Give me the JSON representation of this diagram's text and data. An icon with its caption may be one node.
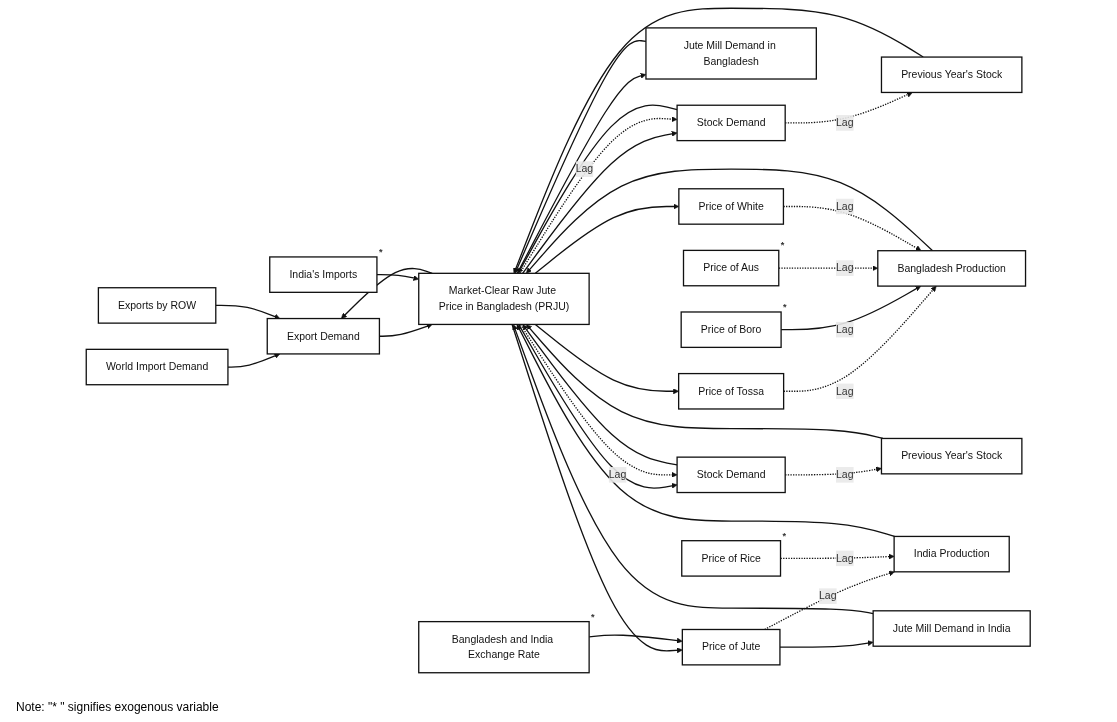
{
  "diagram": {
    "nodes": [
      {
        "text": [
          "World Import Demand"
        ]
      },
      {
        "text": [
          "Export Demand"
        ]
      },
      {
        "text": [
          "Exports by ROW"
        ]
      },
      {
        "text": [
          "Stock Demand"
        ]
      },
      {
        "text": [
          "Jute Mill Demand in Bangladesh"
        ]
      },
      {
        "text": [
          "Jute Mill Demand in India"
        ]
      },
      {
        "text": [
          "Stock Demand"
        ]
      },
      {
        "text": [
          "Previous Year's Stock"
        ]
      },
      {
        "text": [
          "Market-Clear Raw Jute Price in Bangladesh (PRJU)"
        ]
      },
      {
        "text": [
          "Previous Year's Stock"
        ]
      },
      {
        "text": [
          "India's Imports"
        ],
        "beside": [
          "*"
        ]
      },
      {
        "text": [
          "Bangladesh Production"
        ]
      },
      {
        "text": [
          "Price of Tossa"
        ]
      },
      {
        "text": [
          "Price of Jute"
        ]
      },
      {
        "text": [
          "India Production"
        ]
      },
      {
        "text": [
          "Bangladesh and India Exchange Rate"
        ],
        "beside": [
          "*"
        ]
      },
      {
        "text": [
          "Price of Boro"
        ],
        "beside": [
          "*"
        ]
      },
      {
        "text": [
          "Price of Aus"
        ],
        "beside": [
          "*"
        ]
      },
      {
        "text": [
          "Price of White"
        ]
      },
      {
        "text": [
          "Price of Rice"
        ],
        "beside": [
          "*"
        ]
      }
    ],
    "edges": [
      {
        "from": 0,
        "to": 1,
        "arrow": "to"
      },
      {
        "from": 2,
        "to": 1,
        "arrow": "to"
      },
      {
        "from": 1,
        "to": 8,
        "arrow": "to"
      },
      {
        "from": 8,
        "to": 1,
        "arrow": "to"
      },
      {
        "from": 3,
        "to": 8,
        "arrow": "to"
      },
      {
        "from": 8,
        "to": 3,
        "arrow": "to"
      },
      {
        "from": 8,
        "to": 3,
        "arrow": "to",
        "style": "dashed",
        "label": "Lag"
      },
      {
        "from": 3,
        "to": 7,
        "arrow": "to",
        "style": "dashed",
        "label": "Lag"
      },
      {
        "from": 7,
        "to": 8,
        "arrow": "to"
      },
      {
        "from": 11,
        "to": 8,
        "arrow": "to"
      },
      {
        "from": 8,
        "to": 4,
        "arrow": "to"
      },
      {
        "from": 4,
        "to": 8,
        "arrow": "to"
      },
      {
        "from": 5,
        "to": 8,
        "arrow": "to"
      },
      {
        "from": 13,
        "to": 5,
        "arrow": "to"
      },
      {
        "from": 6,
        "to": 8,
        "arrow": "to"
      },
      {
        "from": 8,
        "to": 6,
        "arrow": "to"
      },
      {
        "from": 8,
        "to": 6,
        "arrow": "to",
        "style": "dashed",
        "label": "Lag"
      },
      {
        "from": 6,
        "to": 9,
        "arrow": "to",
        "style": "dashed",
        "label": "Lag"
      },
      {
        "from": 9,
        "to": 8,
        "arrow": "to"
      },
      {
        "from": 10,
        "to": 8,
        "arrow": "to"
      },
      {
        "from": 14,
        "to": 8,
        "arrow": "to"
      },
      {
        "from": 8,
        "to": 13,
        "arrow": "to"
      },
      {
        "from": 8,
        "to": 12,
        "arrow": "to"
      },
      {
        "from": 8,
        "to": 18,
        "arrow": "to"
      },
      {
        "from": 12,
        "to": 11,
        "arrow": "to",
        "style": "dashed",
        "label": "Lag"
      },
      {
        "from": 16,
        "to": 11,
        "arrow": "to",
        "label": "Lag"
      },
      {
        "from": 17,
        "to": 11,
        "arrow": "to",
        "style": "dashed",
        "label": "Lag"
      },
      {
        "from": 18,
        "to": 11,
        "arrow": "to",
        "style": "dashed",
        "label": "Lag"
      },
      {
        "from": 15,
        "to": 13,
        "arrow": "to"
      },
      {
        "from": 13,
        "to": 14,
        "arrow": "to",
        "style": "dashed",
        "label": "Lag"
      },
      {
        "from": 19,
        "to": 14,
        "arrow": "to",
        "style": "dashed",
        "label": "Lag"
      }
    ],
    "labels": [
      "Note: \"* \" signifies exogenous variable"
    ]
  }
}
